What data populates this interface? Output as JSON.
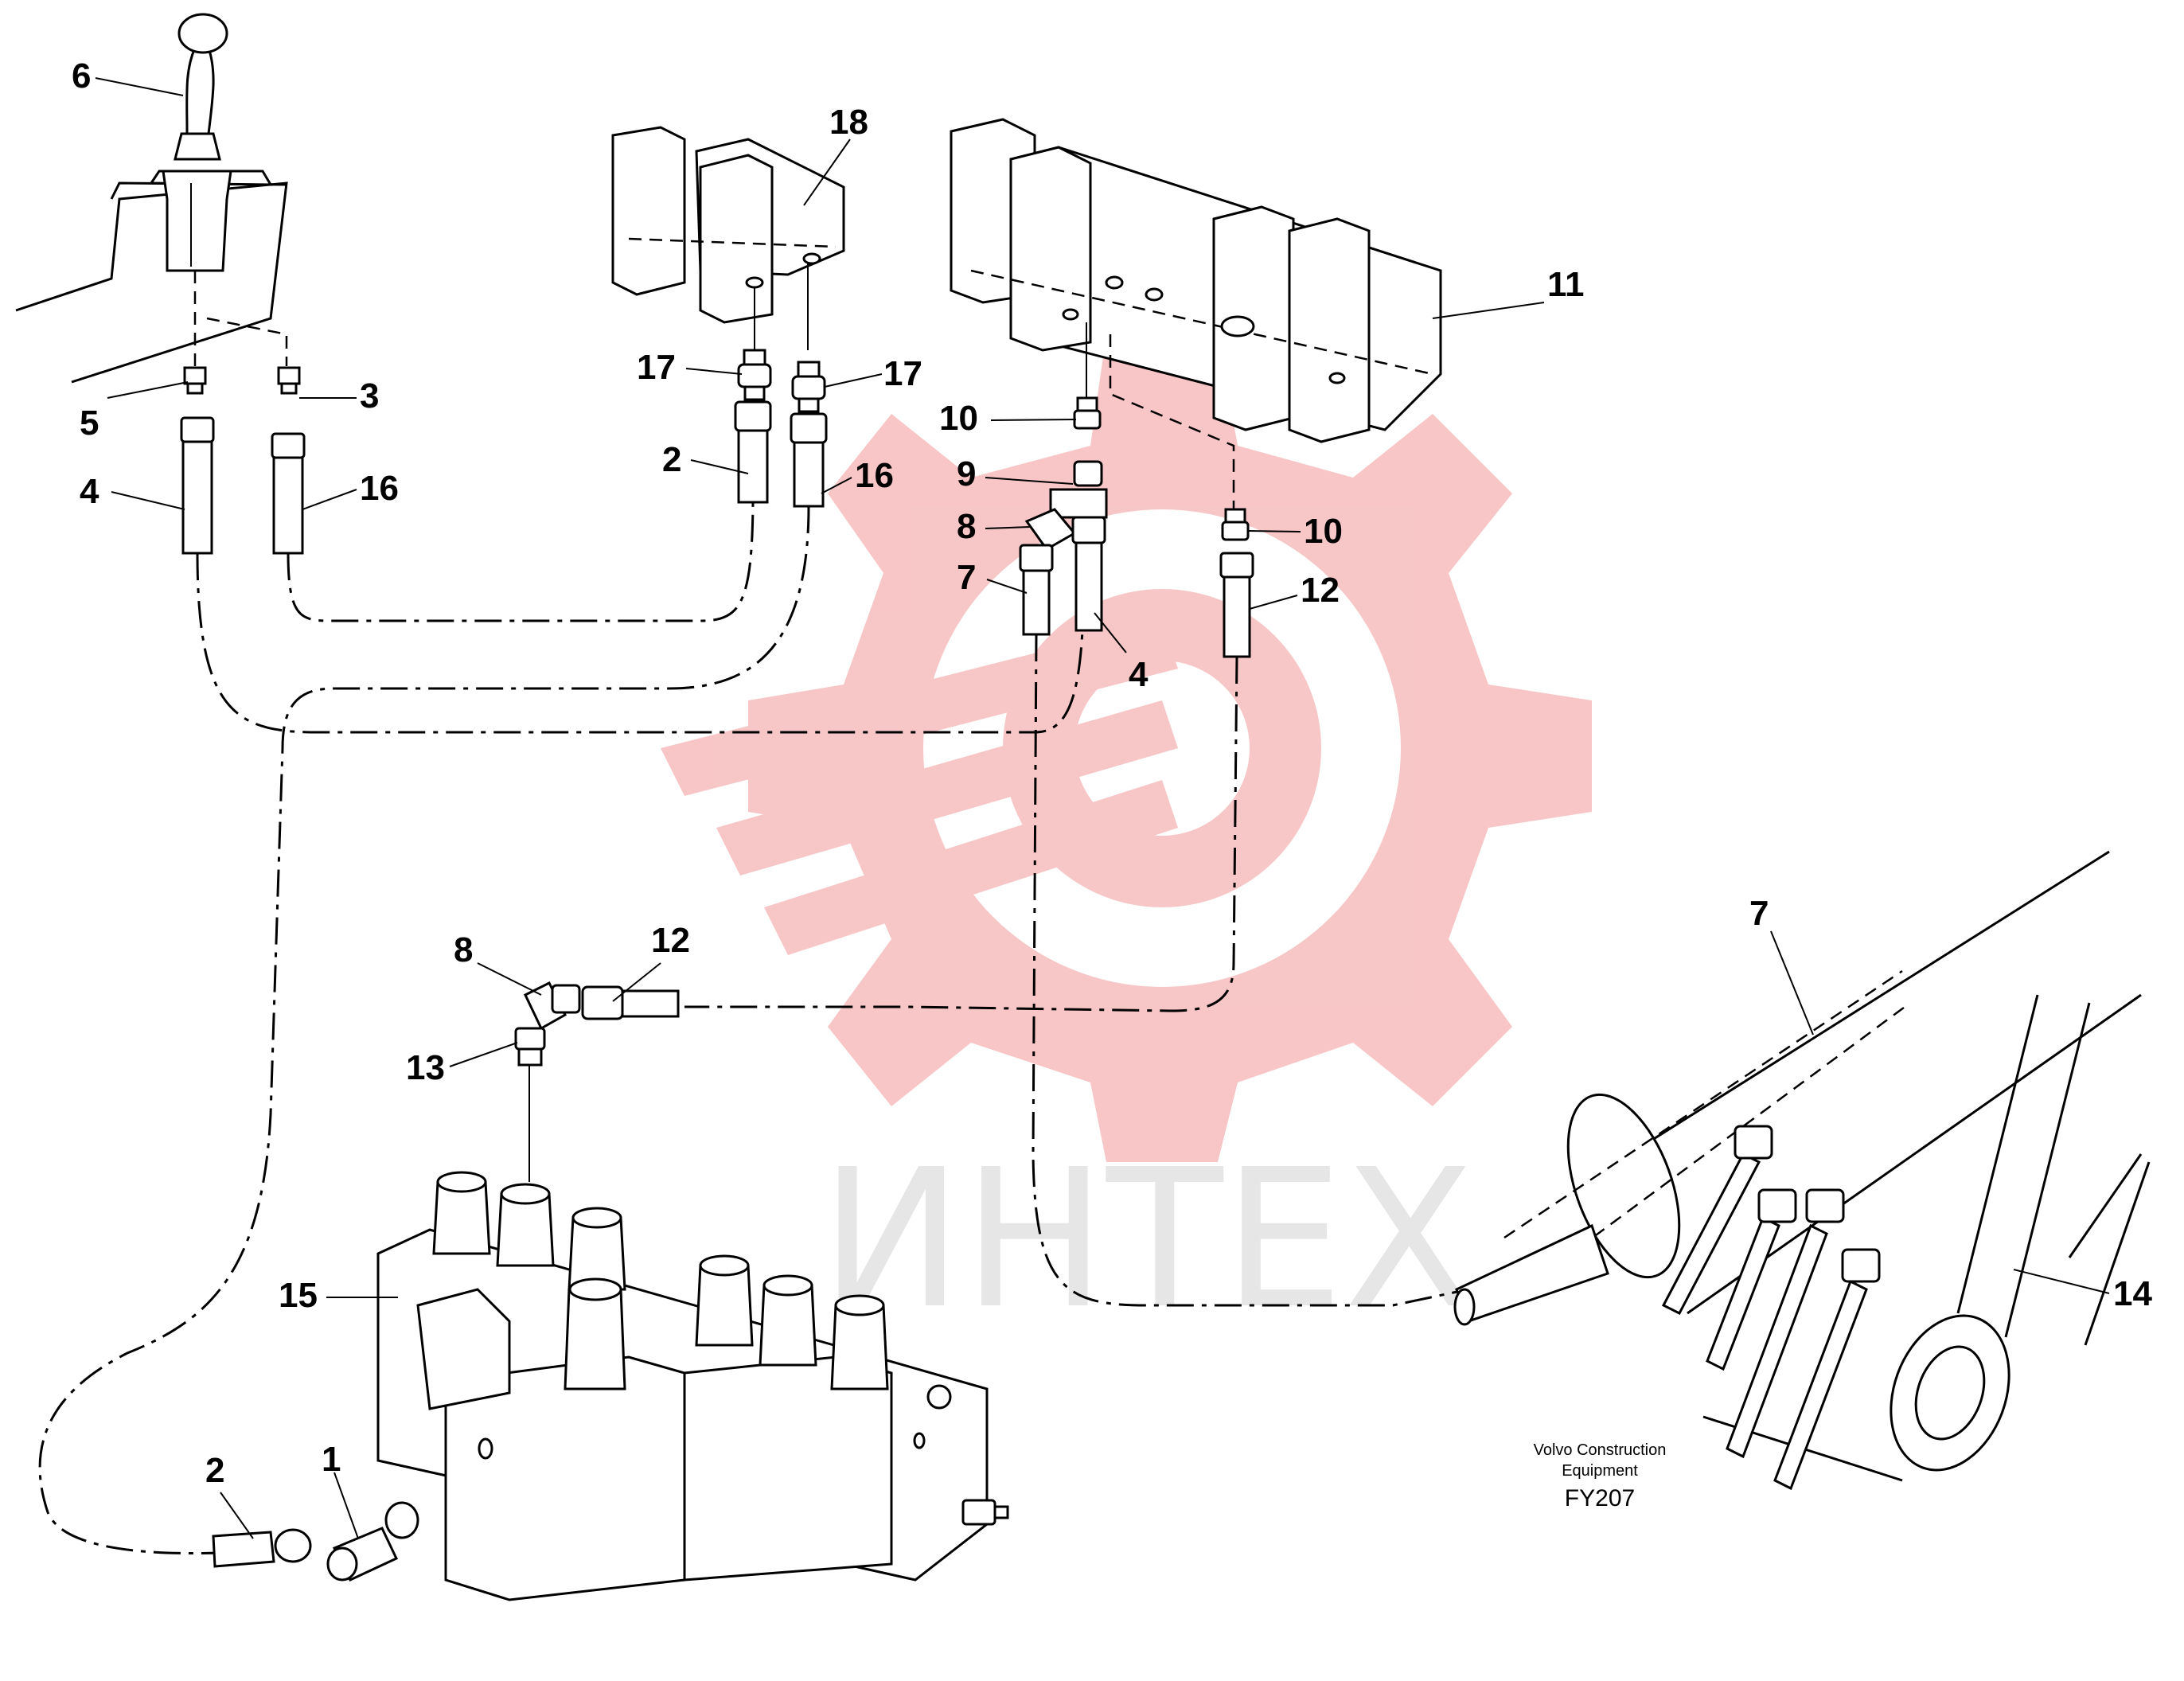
{
  "watermark": {
    "text": "ИНТЕХ",
    "gear_color": "#f6b8b8",
    "text_color": "#e6e6e6"
  },
  "caption": {
    "line1": "Volvo Construction",
    "line2": "Equipment",
    "code": "FY207"
  },
  "callouts": [
    {
      "id": "c6",
      "text": "6"
    },
    {
      "id": "c18",
      "text": "18"
    },
    {
      "id": "c11",
      "text": "11"
    },
    {
      "id": "c17a",
      "text": "17"
    },
    {
      "id": "c17b",
      "text": "17"
    },
    {
      "id": "c5",
      "text": "5"
    },
    {
      "id": "c3",
      "text": "3"
    },
    {
      "id": "c4a",
      "text": "4"
    },
    {
      "id": "c16a",
      "text": "16"
    },
    {
      "id": "c2a",
      "text": "2"
    },
    {
      "id": "c16b",
      "text": "16"
    },
    {
      "id": "c10a",
      "text": "10"
    },
    {
      "id": "c9",
      "text": "9"
    },
    {
      "id": "c8a",
      "text": "8"
    },
    {
      "id": "c10b",
      "text": "10"
    },
    {
      "id": "c7a",
      "text": "7"
    },
    {
      "id": "c12a",
      "text": "12"
    },
    {
      "id": "c4b",
      "text": "4"
    },
    {
      "id": "c8b",
      "text": "8"
    },
    {
      "id": "c12b",
      "text": "12"
    },
    {
      "id": "c13",
      "text": "13"
    },
    {
      "id": "c7b",
      "text": "7"
    },
    {
      "id": "c15",
      "text": "15"
    },
    {
      "id": "c14",
      "text": "14"
    },
    {
      "id": "c2b",
      "text": "2"
    },
    {
      "id": "c1",
      "text": "1"
    }
  ]
}
